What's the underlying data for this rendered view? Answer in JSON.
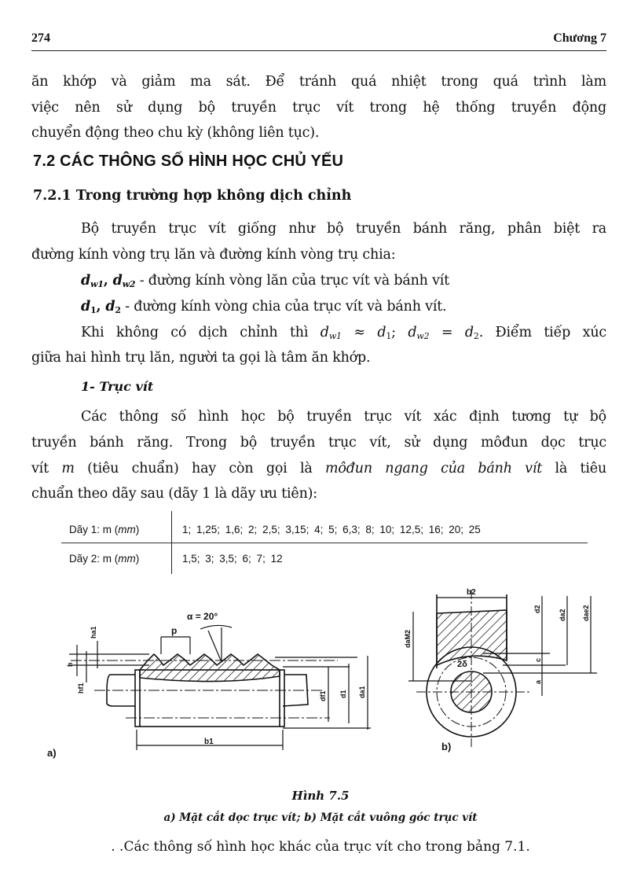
{
  "header": {
    "page_number": "274",
    "chapter": "Chương 7"
  },
  "intro": {
    "lines": [
      "ăn khớp và giảm ma sát. Để tránh quá nhiệt trong quá trình làm",
      "việc nên sử dụng bộ truyền trục vít trong hệ thống truyền động",
      "chuyển động theo chu kỳ (không liên tục)."
    ]
  },
  "section": {
    "title": "7.2  CÁC THÔNG SỐ HÌNH HỌC CHỦ YẾU"
  },
  "subsection": {
    "title": "7.2.1  Trong trường hợp không dịch chỉnh",
    "para1": [
      "Bộ truyền trục vít giống như bộ truyền bánh răng, phân biệt ra",
      "đường kính vòng trụ lăn và đường kính vòng trụ chia:"
    ],
    "def1": {
      "symbols": "d",
      "sub1": "w1",
      "sub2": "w2",
      "text": " - đường kính vòng lăn của trục vít và bánh vít"
    },
    "def2": {
      "sub1": "1",
      "sub2": "2",
      "text": " - đường kính vòng chia của trục vít và bánh vít."
    },
    "para2": {
      "start": "Khi không có dịch chỉnh thì ",
      "eq1": " ≈ ",
      "eq2": "; ",
      "eq3": " = ",
      "end": ". Điểm tiếp xúc",
      "line2": "giữa hai hình trụ lăn, người ta gọi là tâm ăn khớp."
    }
  },
  "worm": {
    "title": "1- Trục vít",
    "lines": [
      "Các thông số hình học bộ truyền trục vít xác định tương tự bộ",
      "truyền bánh răng. Trong bộ truyền trục vít, sử dụng môđun dọc trục"
    ],
    "line3": {
      "a": "vít ",
      "m": "m",
      "b": " (tiêu chuẩn) hay còn gọi là ",
      "italic": "môđun ngang của bánh vít",
      "c": " là tiêu"
    },
    "line4": "chuẩn theo dãy sau (dãy 1 là dãy ưu tiên):"
  },
  "module_table": {
    "rows": [
      {
        "label": "Dãy 1: m (",
        "unit": "mm",
        "close": ")",
        "values": "1;  1,25;  1,6;  2;  2,5;  3,15;  4;  5;  6,3;  8;  10;  12,5;  16;  20;  25"
      },
      {
        "label": "Dãy 2: m (",
        "unit": "mm",
        "close": ")",
        "values": "1,5;  3;  3,5;  6;  7;  12"
      }
    ]
  },
  "figure": {
    "a": {
      "label": "a)",
      "alpha": "α = 20°",
      "pitch": "p",
      "dims": [
        "ha1",
        "h",
        "hf1",
        "df1",
        "d1",
        "da1",
        "b1"
      ]
    },
    "b": {
      "label": "b)",
      "angle": "2δ",
      "dims": [
        "b2",
        "daM2",
        "d2",
        "da2",
        "dae2",
        "c",
        "a"
      ]
    },
    "title": "Hình 7.5",
    "subtitle": "a) Mặt cắt dọc trục vít;   b) Mặt cắt vuông góc trục vít"
  },
  "closing": ". .Các thông số hình học khác của trục vít cho trong bảng 7.1."
}
